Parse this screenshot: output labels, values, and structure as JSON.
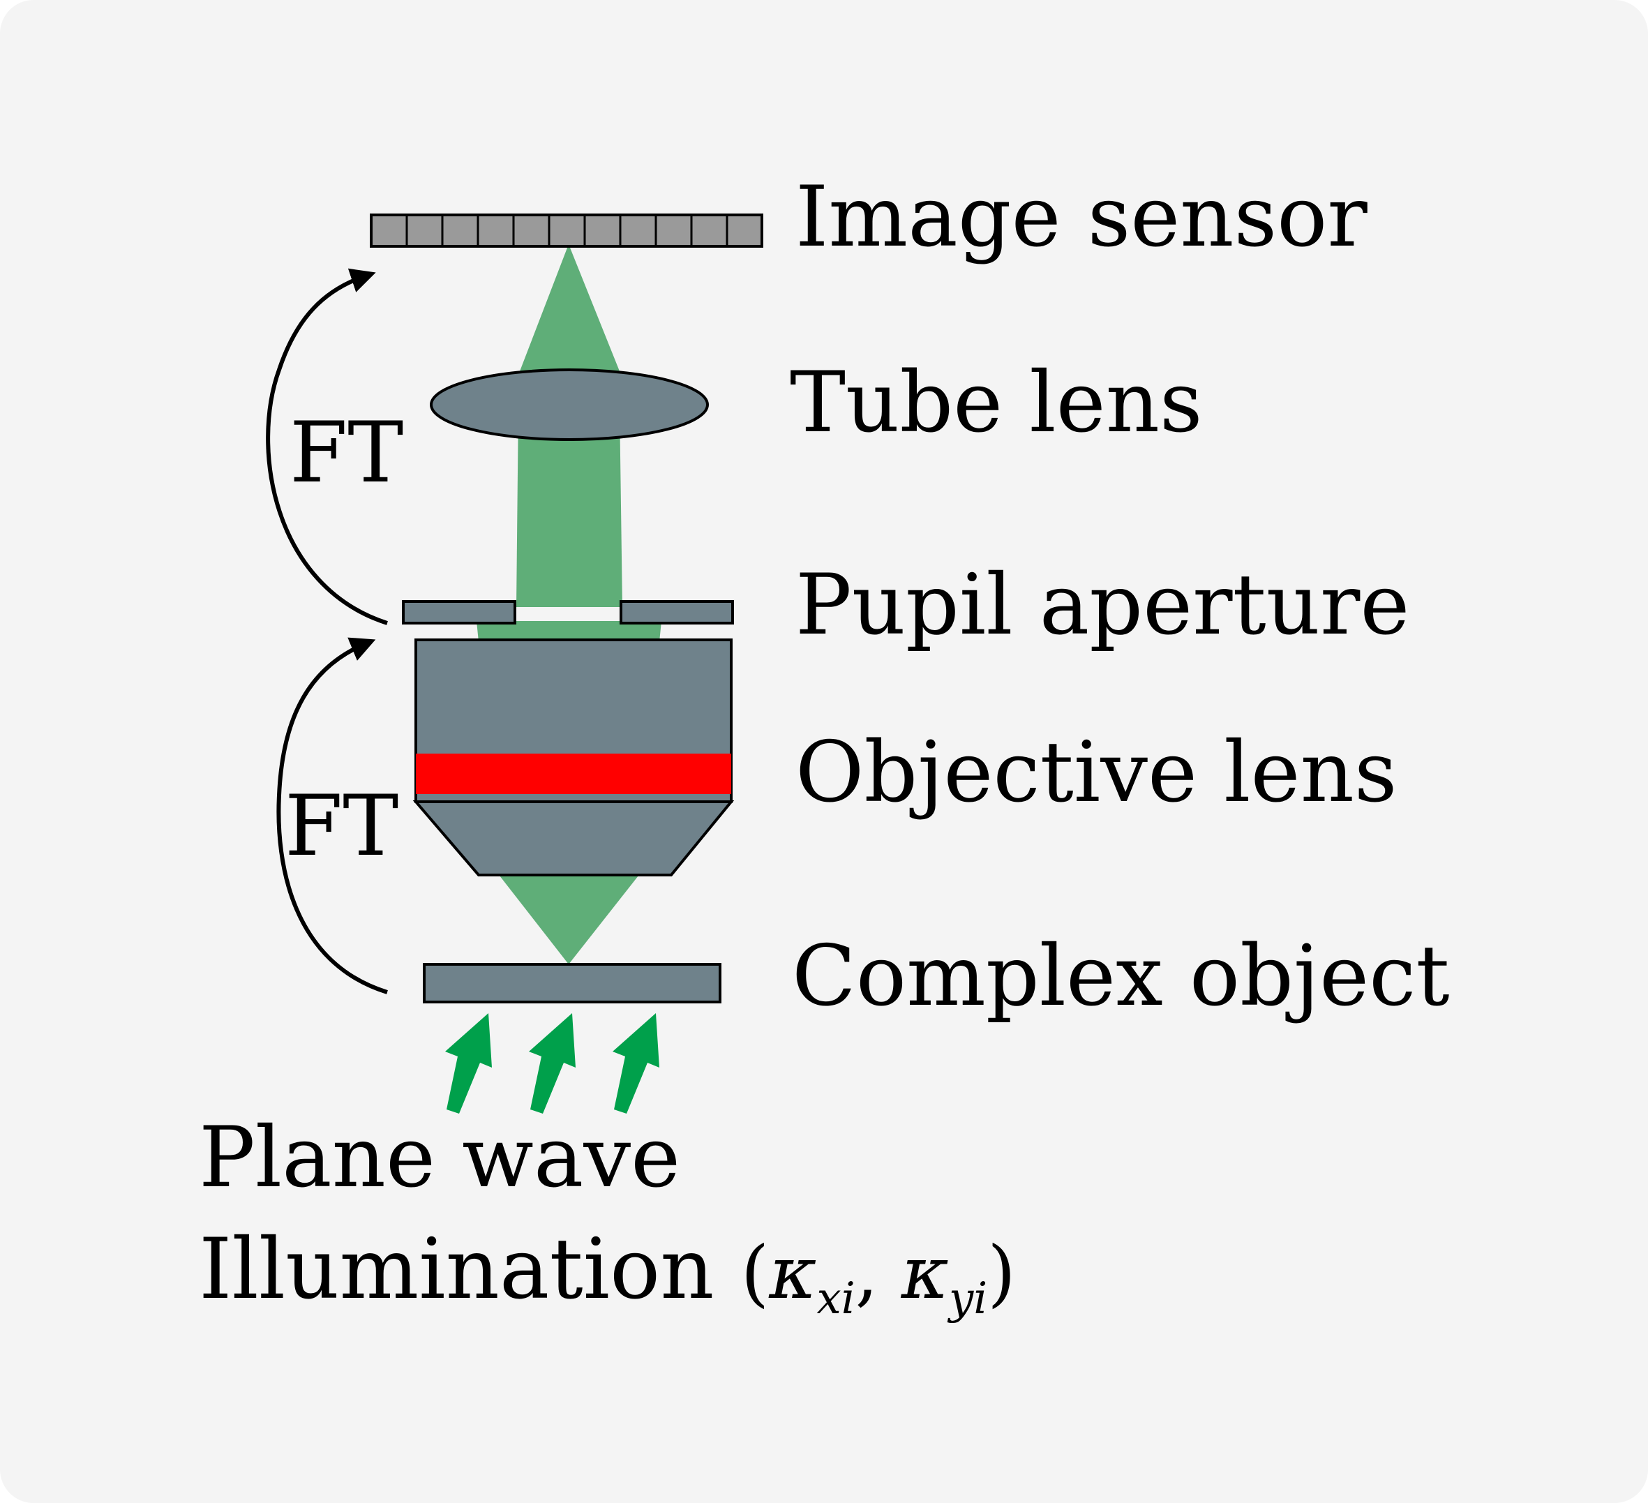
{
  "labels": {
    "image_sensor": "Image sensor",
    "tube_lens": "Tube lens",
    "pupil_aperture": "Pupil aperture",
    "objective_lens": "Objective lens",
    "complex_object": "Complex object",
    "plane_wave_line1": "Plane wave",
    "plane_wave_line2": "Illumination",
    "ft_upper": "FT",
    "ft_lower": "FT"
  },
  "math": {
    "open_paren": "(",
    "kappa1": "κ",
    "sub1": "xi",
    "comma": ",",
    "kappa2": "κ",
    "sub2": "yi",
    "close_paren": ")"
  },
  "colors": {
    "background": "#f4f4f4",
    "light_beam": "#5fae78",
    "lens_gray": "#6f828b",
    "sensor_gray": "#9a9a9a",
    "red_band": "#ff0000",
    "illumination_arrow": "#00a04b",
    "outline": "#000000"
  },
  "icons": {
    "ft_arrow": "curved-arrow-icon",
    "illumination": "up-arrow-icon"
  }
}
